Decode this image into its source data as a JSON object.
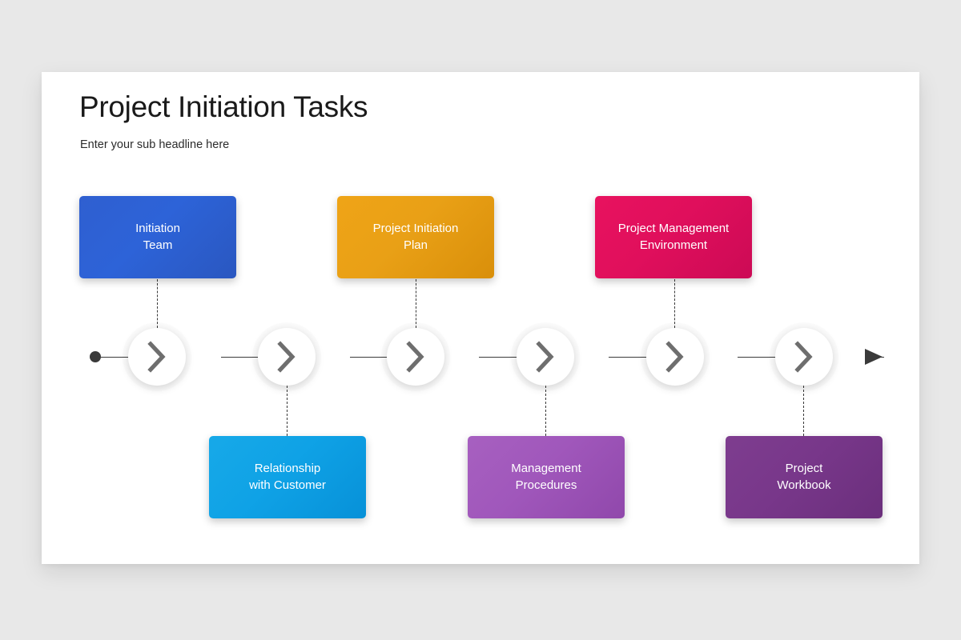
{
  "slide": {
    "title": "Project Initiation Tasks",
    "subtitle": "Enter your sub headline here",
    "background_color": "#e8e8e8",
    "card_color": "#ffffff"
  },
  "timeline": {
    "axis_color": "#3a3a3a",
    "node_icon": "chevron-right-icon",
    "node_icon_color": "#6e6e6e",
    "node_count": 6,
    "start_marker": "dot",
    "end_marker": "arrow"
  },
  "tasks": [
    {
      "label": "Initiation\nTeam",
      "position": "top",
      "color": "#2d63d8",
      "color_name": "blue",
      "node_index": 1
    },
    {
      "label": "Relationship\nwith Customer",
      "position": "bottom",
      "color": "#0fa2e6",
      "color_name": "cyan",
      "node_index": 2
    },
    {
      "label": "Project Initiation\nPlan",
      "position": "top",
      "color": "#e9a016",
      "color_name": "orange",
      "node_index": 3
    },
    {
      "label": "Management\nProcedures",
      "position": "bottom",
      "color": "#a057bb",
      "color_name": "purple",
      "node_index": 4
    },
    {
      "label": "Project Management\nEnvironment",
      "position": "top",
      "color": "#e00f5c",
      "color_name": "pink",
      "node_index": 5
    },
    {
      "label": "Project\nWorkbook",
      "position": "bottom",
      "color": "#78378a",
      "color_name": "dark-purple",
      "node_index": 6
    }
  ]
}
